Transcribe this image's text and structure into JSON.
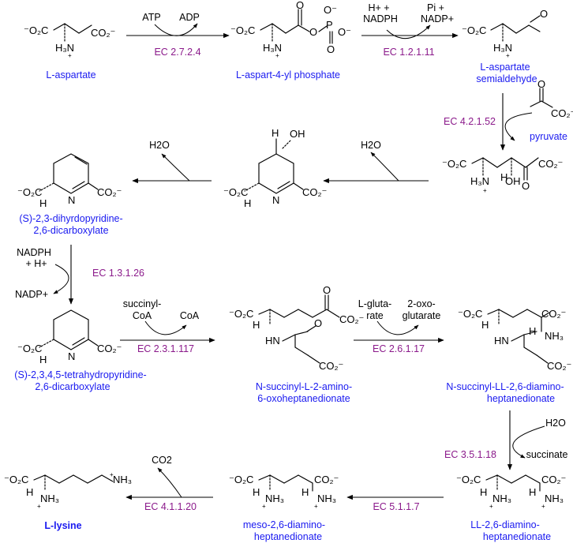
{
  "compounds": {
    "aspartate": "L-aspartate",
    "aspartyl_phosphate": "L-aspart-4-yl phosphate",
    "semialdehyde_line1": "L-aspartate",
    "semialdehyde_line2": "semialdehyde",
    "pyruvate": "pyruvate",
    "dihydrodipicolinate_line1": "(S)-2,3-dihyrdopyridine-",
    "dihydrodipicolinate_line2": "2,6-dicarboxylate",
    "tetrahydrodipicolinate_line1": "(S)-2,3,4,5-tetrahydropyridine-",
    "tetrahydrodipicolinate_line2": "2,6-dicarboxylate",
    "succinyl_oxo_line1": "N-succinyl-L-2-amino-",
    "succinyl_oxo_line2": "6-oxoheptanedionate",
    "succinyl_dap_line1": "N-succinyl-LL-2,6-diamino-",
    "succinyl_dap_line2": "heptanedionate",
    "ll_dap_line1": "LL-2,6-diamino-",
    "ll_dap_line2": "heptanedionate",
    "meso_dap_line1": "meso-2,6-diamino-",
    "meso_dap_line2": "heptanedionate",
    "lysine": "L-lysine"
  },
  "enzymes": {
    "step1": "EC 2.7.2.4",
    "step2": "EC 1.2.1.11",
    "step3": "EC 4.2.1.52",
    "step4": "EC 1.3.1.26",
    "step5": "EC 2.3.1.117",
    "step6": "EC 2.6.1.17",
    "step7": "EC 3.5.1.18",
    "step8": "EC 5.1.1.7",
    "step9": "EC 4.1.1.20"
  },
  "cofactors": {
    "atp": "ATP",
    "adp": "ADP",
    "nadph_in_line1": "H+ +",
    "nadph_in_line2": "NADPH",
    "pi_out_line1": "Pi +",
    "pi_out_line2": "NADP+",
    "water_a": "H2O",
    "water_b": "H2O",
    "nadph_line1": "NADPH",
    "nadph_line2": "+ H+",
    "nadp_out": "NADP+",
    "succinylcoa_line1": "succinyl-",
    "succinylcoa_line2": "CoA",
    "coa": "CoA",
    "glutamate_line1": "L-gluta-",
    "glutamate_line2": "rate",
    "oxoglutarate_line1": "2-oxo-",
    "oxoglutarate_line2": "glutarate",
    "water_c": "H2O",
    "succinate": "succinate",
    "co2": "CO2"
  }
}
